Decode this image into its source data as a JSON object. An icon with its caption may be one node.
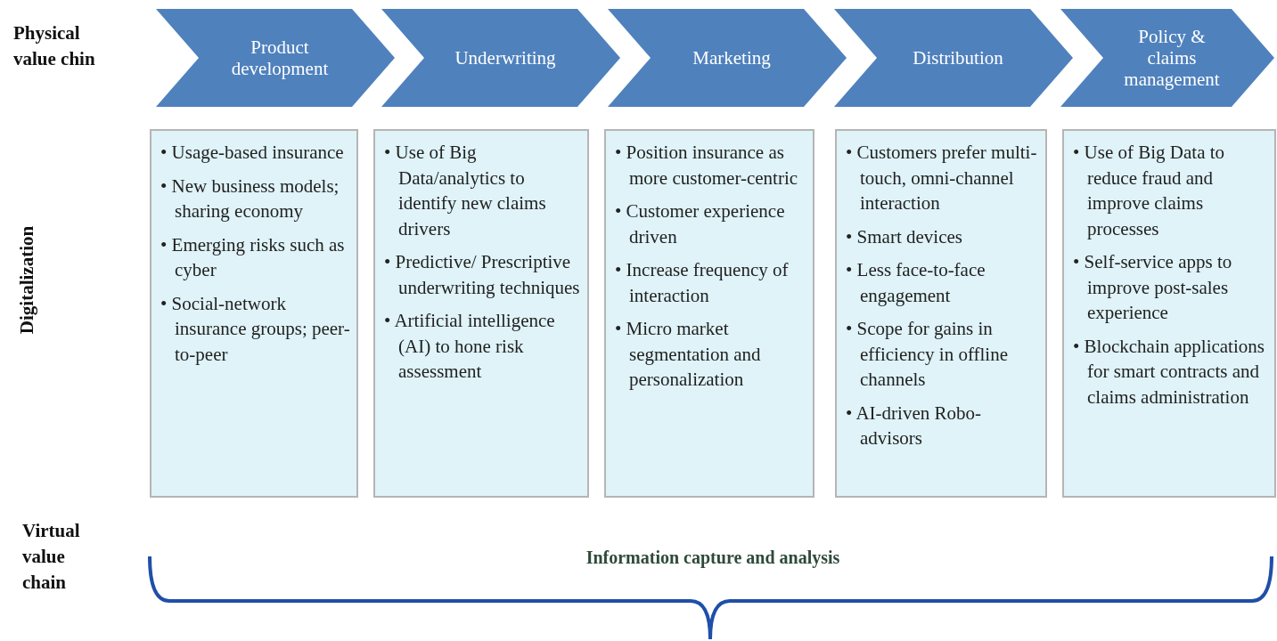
{
  "diagram": {
    "nodes": [
      {
        "text": [
          "Product development"
        ]
      },
      {
        "text": [
          "Underwriting"
        ]
      },
      {
        "text": [
          "Marketing"
        ]
      },
      {
        "text": [
          "Distribution"
        ]
      },
      {
        "text": [
          "Policy & claims management"
        ]
      },
      {
        "text": [
          "• Usage-based insurance",
          "• New business models; sharing economy",
          "• Emerging risks such as cyber",
          "• Social-network insurance groups; peer-to-peer"
        ]
      },
      {
        "text": [
          "• Use of Big Data/analytics to identify new claims drivers",
          "• Predictive/ Prescriptive underwriting techniques",
          "• Artificial intelligence (AI) to hone risk assessment"
        ]
      },
      {
        "text": [
          "• Position insurance as more customer-centric",
          "• Customer experience driven",
          "• Increase frequency of interaction",
          "• Micro market segmentation and personalization"
        ]
      },
      {
        "text": [
          "• Customers prefer multi-touch, omni-channel interaction",
          "• Smart devices",
          "• Less face-to-face engagement",
          "• Scope for gains in efficiency in offline channels",
          "• AI-driven Robo-advisors"
        ]
      },
      {
        "text": [
          "• Use of Big Data to reduce fraud and improve claims processes",
          "• Self-service apps to improve post-sales experience",
          "• Blockchain applications for smart contracts and claims administration"
        ]
      }
    ],
    "labels": [
      "Physical value chin",
      "Digitalization",
      "Virtual value chain",
      "Information capture and analysis"
    ]
  }
}
